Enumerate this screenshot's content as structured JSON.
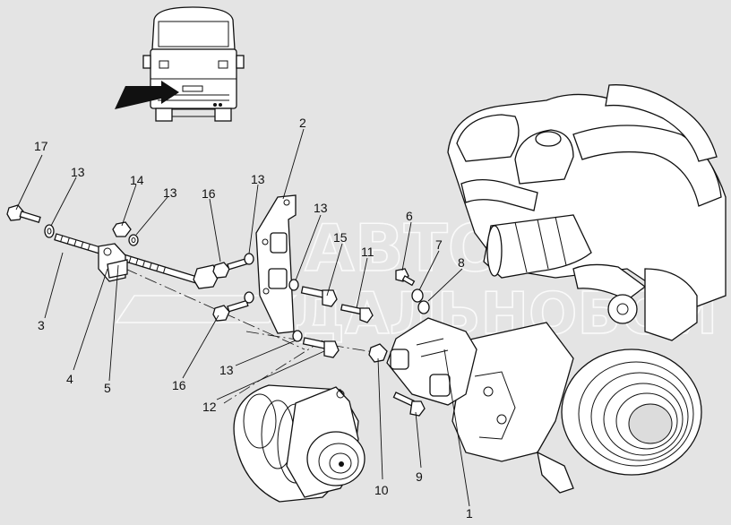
{
  "watermark": {
    "top": "АВТО",
    "bottom": "ДАЛЬНОБОЙ"
  },
  "callouts": [
    {
      "id": "17",
      "text": "17"
    },
    {
      "id": "13a",
      "text": "13"
    },
    {
      "id": "14",
      "text": "14"
    },
    {
      "id": "13b",
      "text": "13"
    },
    {
      "id": "16a",
      "text": "16"
    },
    {
      "id": "13c",
      "text": "13"
    },
    {
      "id": "2",
      "text": "2"
    },
    {
      "id": "13d",
      "text": "13"
    },
    {
      "id": "15",
      "text": "15"
    },
    {
      "id": "11",
      "text": "11"
    },
    {
      "id": "6",
      "text": "6"
    },
    {
      "id": "7",
      "text": "7"
    },
    {
      "id": "8",
      "text": "8"
    },
    {
      "id": "3",
      "text": "3"
    },
    {
      "id": "4",
      "text": "4"
    },
    {
      "id": "5",
      "text": "5"
    },
    {
      "id": "16b",
      "text": "16"
    },
    {
      "id": "13e",
      "text": "13"
    },
    {
      "id": "12",
      "text": "12"
    },
    {
      "id": "10",
      "text": "10"
    },
    {
      "id": "9",
      "text": "9"
    },
    {
      "id": "1",
      "text": "1"
    }
  ]
}
